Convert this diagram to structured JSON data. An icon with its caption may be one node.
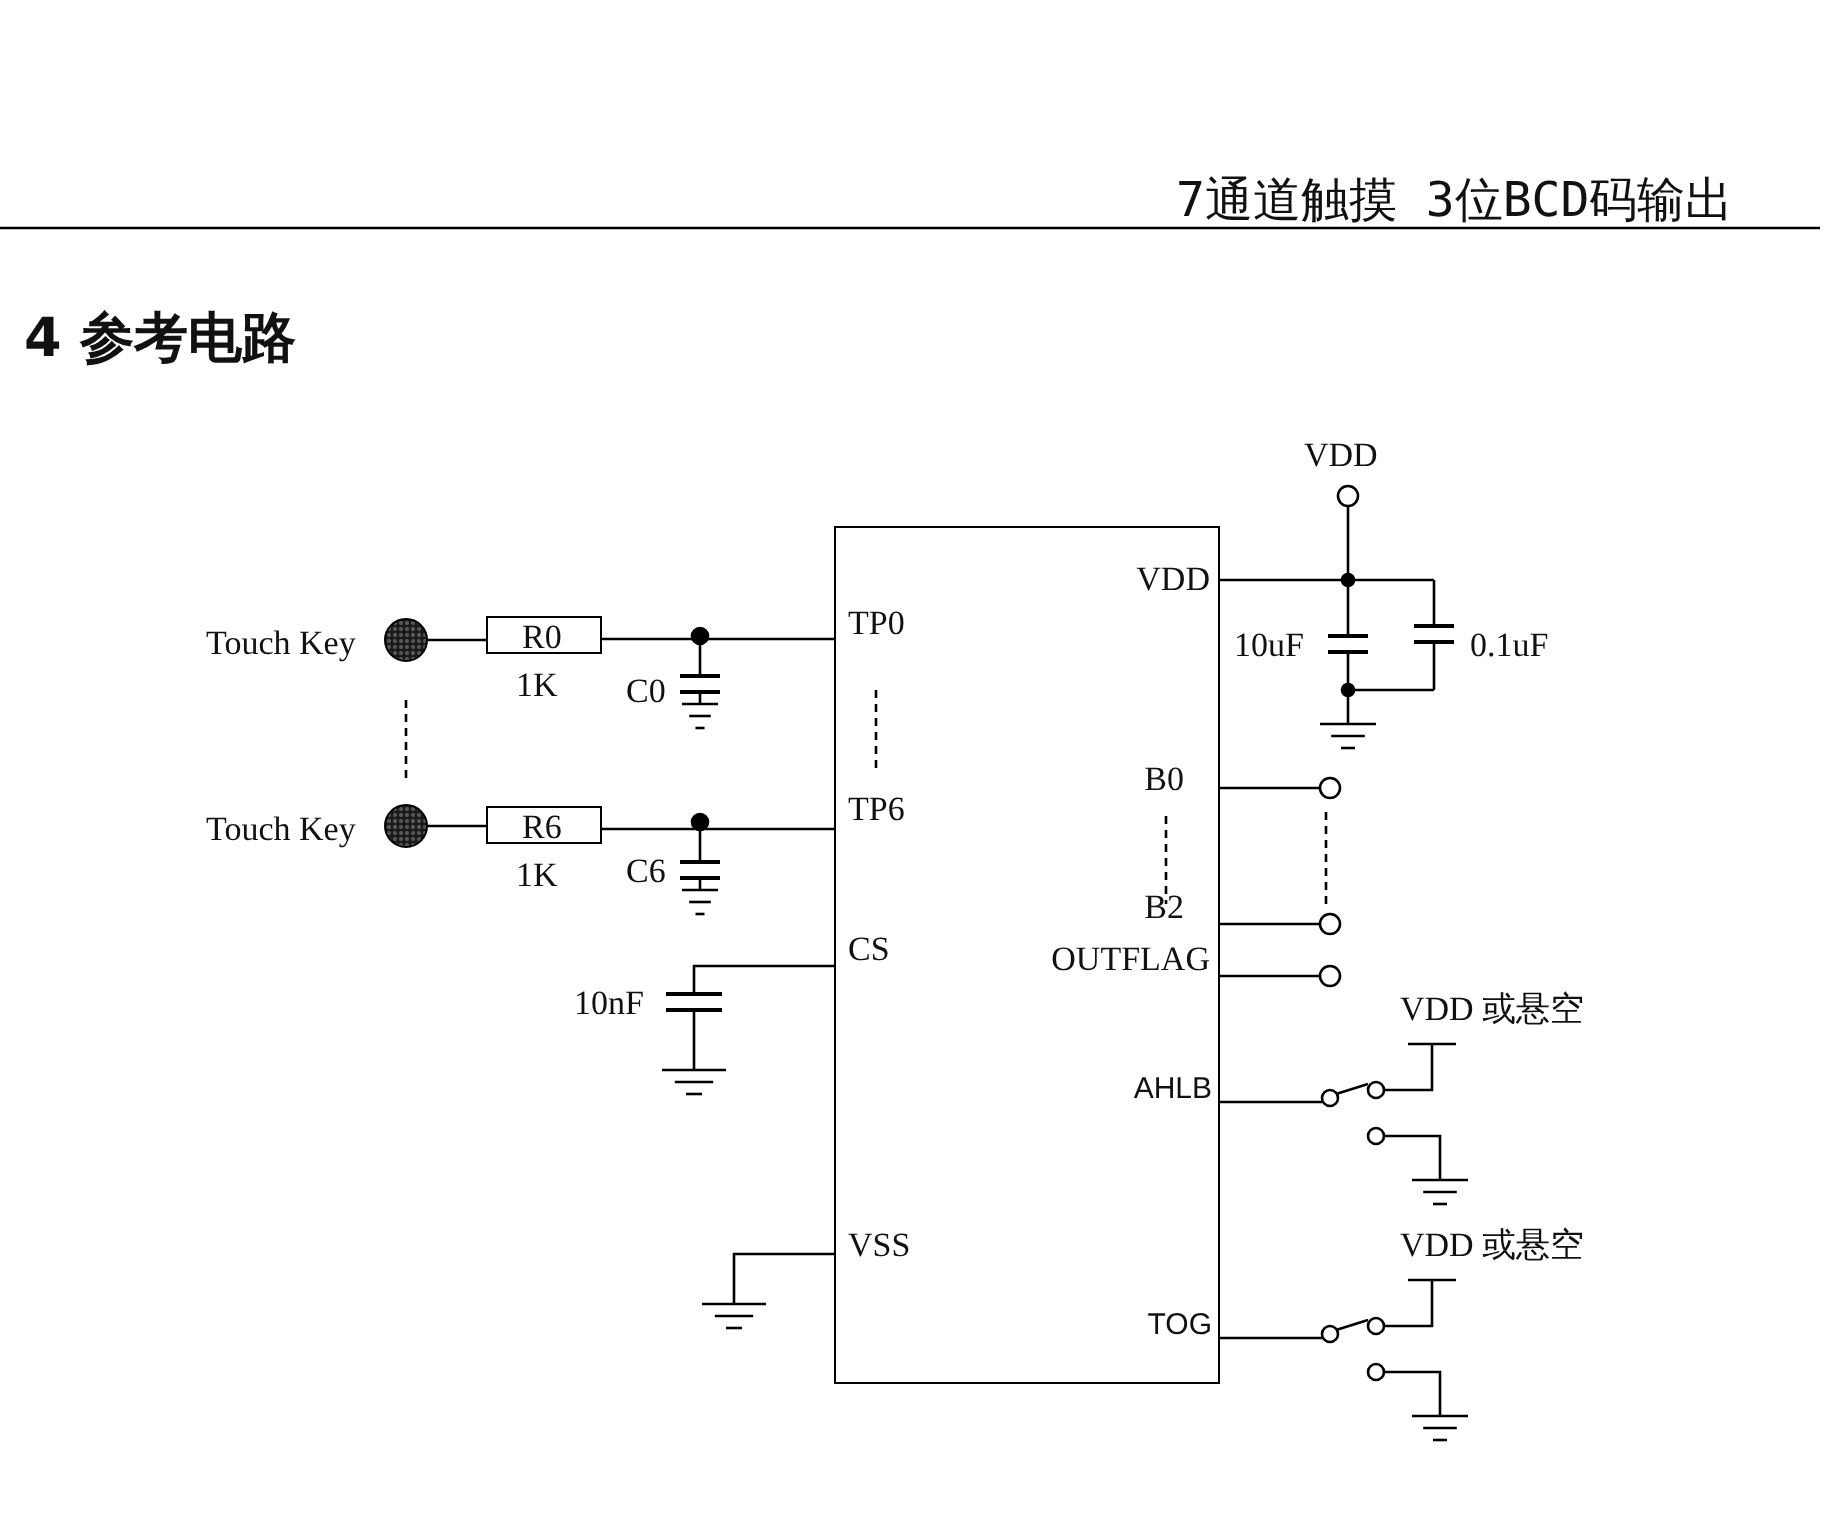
{
  "diagram": {
    "title": "4 参考电路",
    "nodes": [
      {
        "text": [],
        "shape": "circle",
        "beside": [
          "Touch Key"
        ]
      },
      {
        "text": [
          "R0"
        ],
        "beside": [
          "1K"
        ]
      },
      {
        "text": [
          "TP0",
          "TP6",
          "CS",
          "VSS",
          "VDD",
          "B0",
          "B2",
          "OUTFLAG",
          "AHLB",
          "TOG"
        ]
      },
      {
        "text": [],
        "shape": "circle",
        "beside": [
          "Touch Key"
        ]
      },
      {
        "text": [
          "R6"
        ],
        "beside": [
          "1K"
        ]
      }
    ],
    "edges": [
      {
        "from": 0,
        "to": 1,
        "arrow": "none"
      },
      {
        "from": 1,
        "to": 2,
        "arrow": "none"
      },
      {
        "from": 3,
        "to": 4,
        "arrow": "none"
      },
      {
        "from": 4,
        "to": 2,
        "arrow": "none"
      }
    ],
    "labels": [
      "7通道触摸 3位BCD码输出",
      "VDD",
      "10uF",
      "0.1uF",
      "C0",
      "C6",
      "10nF",
      "VDD 或悬空",
      "VDD 或悬空"
    ]
  }
}
